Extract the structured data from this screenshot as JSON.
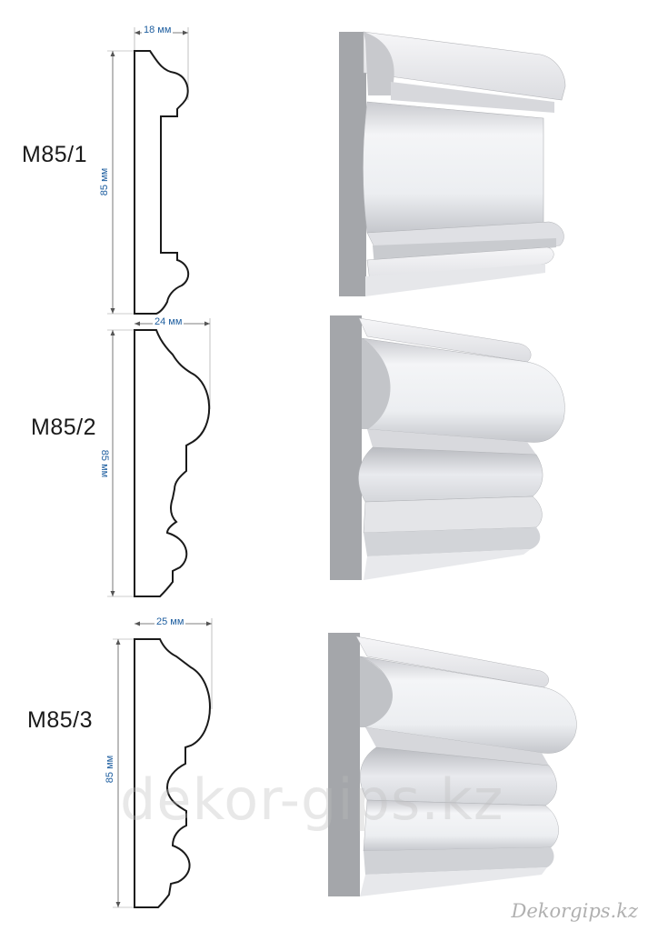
{
  "profiles": [
    {
      "model": "M85/1",
      "width_label": "18 мм",
      "height_label": "85 мм"
    },
    {
      "model": "M85/2",
      "width_label": "24 мм",
      "height_label": "85 мм"
    },
    {
      "model": "M85/3",
      "width_label": "25 мм",
      "height_label": "85 мм"
    }
  ],
  "watermark": "dekor-gips.kz",
  "signature": "Dekorgips.kz",
  "colors": {
    "dimension_text": "#1f5fa0",
    "outline": "#1a1a1a",
    "molding_face": "#ebecef",
    "molding_side": "#a4a6aa"
  }
}
